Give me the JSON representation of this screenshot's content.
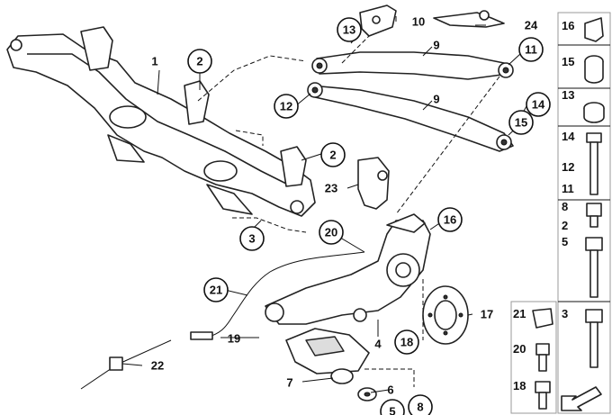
{
  "callouts": [
    "1",
    "2",
    "2",
    "3",
    "4",
    "5",
    "6",
    "7",
    "8",
    "9",
    "9",
    "10",
    "11",
    "12",
    "13",
    "14",
    "15",
    "16",
    "17",
    "18",
    "19",
    "20",
    "21",
    "22",
    "23",
    "24"
  ],
  "legend": [
    "16",
    "15",
    "13",
    "14",
    "12",
    "11",
    "8",
    "2",
    "5",
    "21",
    "3",
    "20",
    "18"
  ],
  "colors": {
    "line": "#222222",
    "fill": "#ffffff",
    "shade": "#dddddd",
    "panel_border": "#999999"
  }
}
